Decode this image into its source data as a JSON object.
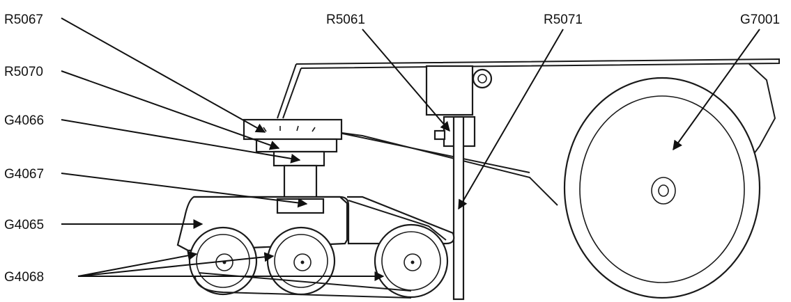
{
  "labels": {
    "r5067": "R5067",
    "r5070": "R5070",
    "g4066": "G4066",
    "g4067": "G4067",
    "g4065": "G4065",
    "g4068": "G4068",
    "r5061": "R5061",
    "r5071": "R5071",
    "g7001": "G7001"
  },
  "colors": {
    "ink": "#1a1a1a",
    "background": "#ffffff"
  }
}
